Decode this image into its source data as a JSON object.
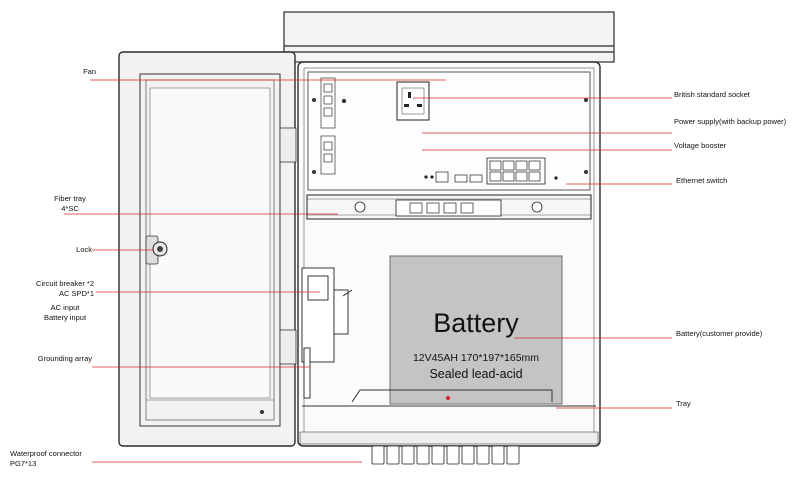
{
  "colors": {
    "leader": "#d62828",
    "outline": "#2b2b2b",
    "cabinet": "#f4f4f4",
    "battery": "#c4c4c4"
  },
  "labels": {
    "fan": "Fan",
    "fiber_tray_1": "Fiber tray",
    "fiber_tray_2": "4*SC",
    "lock": "Lock",
    "circuit_breaker": "Circuit breaker *2",
    "ac_spd": "AC SPD*1",
    "ac_input": "AC input",
    "battery_input": "Battery input",
    "grounding": "Grounding  array",
    "waterproof_1": "Waterproof connector",
    "waterproof_2": "PG7*13",
    "socket": "British standard socket",
    "power_supply": "Power supply(with backup power)",
    "booster": "Voltage booster",
    "switch": "Ethernet switch",
    "battery_provide": "Battery(customer provide)",
    "tray": "Tray"
  },
  "battery": {
    "title": "Battery",
    "spec": "12V45AH 170*197*165mm",
    "type": "Sealed lead-acid"
  }
}
